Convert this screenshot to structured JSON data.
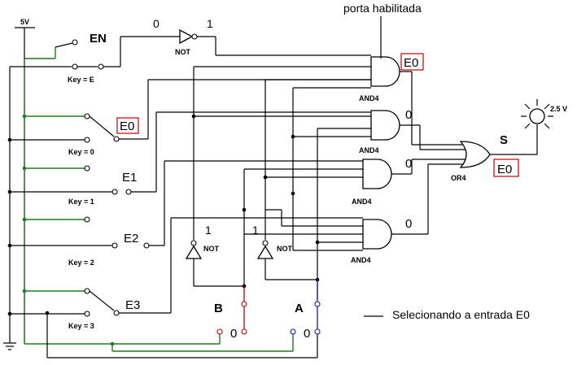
{
  "supply": {
    "label": "5V"
  },
  "enable": {
    "label": "EN",
    "key": "Key = E",
    "in_value": "0",
    "out_value": "1"
  },
  "not_labels": [
    "NOT",
    "NOT",
    "NOT"
  ],
  "switches": [
    {
      "key": "Key = 0",
      "name": "E0"
    },
    {
      "key": "Key = 1",
      "name": "E1"
    },
    {
      "key": "Key = 2",
      "name": "E2"
    },
    {
      "key": "Key = 3",
      "name": "E3"
    }
  ],
  "and_gates": [
    {
      "label": "AND4",
      "output": "E0"
    },
    {
      "label": "AND4",
      "output": "0"
    },
    {
      "label": "AND4",
      "output": "0"
    },
    {
      "label": "AND4",
      "output": "0"
    }
  ],
  "or_gate": {
    "label": "OR4"
  },
  "output": {
    "name": "S",
    "value": "E0",
    "lamp": "2.5 V"
  },
  "annotation": {
    "text": "porta habilitada"
  },
  "selectors": [
    {
      "name": "B",
      "not_value": "1",
      "switch_value": "0"
    },
    {
      "name": "A",
      "not_value": "1",
      "switch_value": "0"
    }
  ],
  "legend": {
    "text": "Selecionando a entrada E0"
  }
}
